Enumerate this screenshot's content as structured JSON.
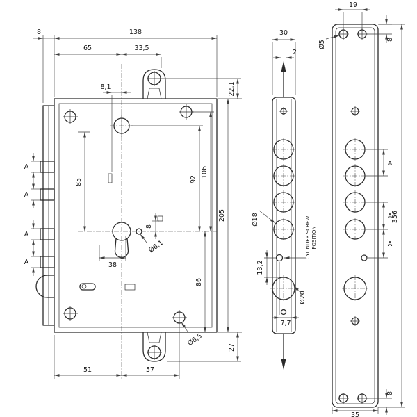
{
  "colors": {
    "line": "#2b2b2b",
    "background": "#ffffff"
  },
  "dims": {
    "front": {
      "d8_top": "8",
      "d138": "138",
      "d65": "65",
      "d33_5": "33,5",
      "d8_1": "8,1",
      "d22_1": "22,1",
      "d85": "85",
      "d92": "92",
      "d106": "106",
      "d205": "205",
      "d8_mid": "8",
      "d86": "86",
      "d38": "38",
      "dia6_1": "Ø6,1",
      "dia6_5": "Ø6,5",
      "d27": "27",
      "d51": "51",
      "d57": "57",
      "a1": "A",
      "a2": "A",
      "a3": "A",
      "a4": "A"
    },
    "side": {
      "d30": "30",
      "d2": "2",
      "dia18": "Ø18",
      "d13_2": "13,2",
      "dia20": "Ø20",
      "d7_7": "7,7",
      "note_line1": "CYLINDER SCREW",
      "note_line2": "POSITION"
    },
    "plate": {
      "d19": "19",
      "dia5": "Ø5",
      "d8_top": "8",
      "a1": "A",
      "a2": "A",
      "a3": "A",
      "d356": "356",
      "d8_bottom": "8",
      "d35": "35"
    }
  }
}
